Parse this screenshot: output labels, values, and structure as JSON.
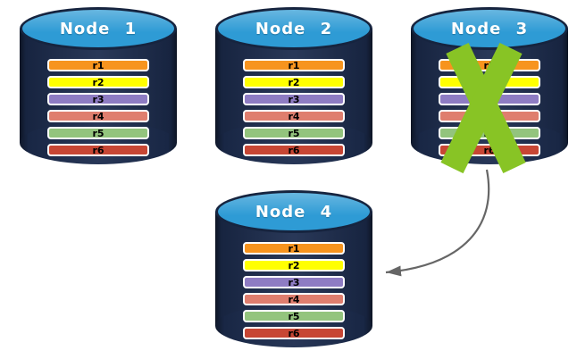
{
  "diagram": {
    "description": "Database replication failover diagram",
    "nodes": [
      {
        "title": "Node 1",
        "failed": false,
        "replicas": [
          "r1",
          "r2",
          "r3",
          "r4",
          "r5",
          "r6"
        ]
      },
      {
        "title": "Node 2",
        "failed": false,
        "replicas": [
          "r1",
          "r2",
          "r3",
          "r4",
          "r5",
          "r6"
        ]
      },
      {
        "title": "Node 3",
        "failed": true,
        "replicas": [
          "r1",
          "r2",
          "r3",
          "r4",
          "r5",
          "r6"
        ]
      },
      {
        "title": "Node 4",
        "failed": false,
        "replicas": [
          "r1",
          "r2",
          "r3",
          "r4",
          "r5",
          "r6"
        ]
      }
    ],
    "replica_colors": {
      "r1": "#F7941E",
      "r2": "#FFFF00",
      "r3": "#8E7CC3",
      "r4": "#DF7E6E",
      "r5": "#93C47D",
      "r6": "#C74634"
    },
    "colors": {
      "cylinder_top": "#2E9BD5",
      "cylinder_body": "#1C2C4E",
      "cylinder_border": "#16243F",
      "bar_border": "#FFFFFF",
      "bar_text": "#000000",
      "title_text": "#FFFFFF",
      "failure_x": "#88C425",
      "arrow": "#666666",
      "background": "#FFFFFF"
    }
  }
}
